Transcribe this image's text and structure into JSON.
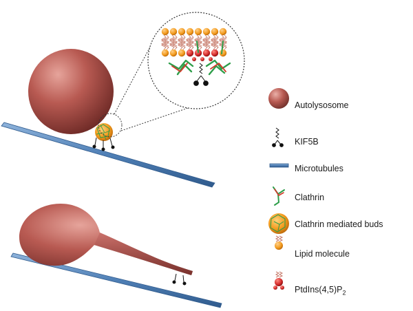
{
  "legend": {
    "autolysosome": "Autolysosome",
    "kif5b": "KIF5B",
    "microtubules": "Microtubules",
    "clathrin": "Clathrin",
    "clathrin_buds": "Clathrin mediated buds",
    "lipid_molecule": "Lipid molecule",
    "ptdins_main": "PtdIns(4,5)P",
    "ptdins_sub": "2"
  },
  "colors": {
    "autolysosome": "#b85a52",
    "microtubule": "#4f7fb5",
    "clathrin_green": "#2e9e4a",
    "clathrin_red": "#d23a2a",
    "lipid_head": "#f29a1c",
    "ptdins_head": "#d22a2a",
    "motor": "#111111"
  }
}
